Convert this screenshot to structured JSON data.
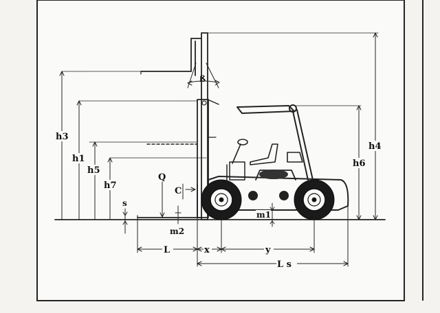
{
  "diagram": {
    "labels": {
      "h3": "h3",
      "h1": "h1",
      "h5": "h5",
      "h7": "h7",
      "h4": "h4",
      "h6": "h6",
      "Q": "Q",
      "C": "C",
      "s": "s",
      "m2": "m2",
      "m1": "m1",
      "beta": "ß",
      "L": "L",
      "x": "x",
      "y": "y",
      "Ls": "L s"
    }
  }
}
